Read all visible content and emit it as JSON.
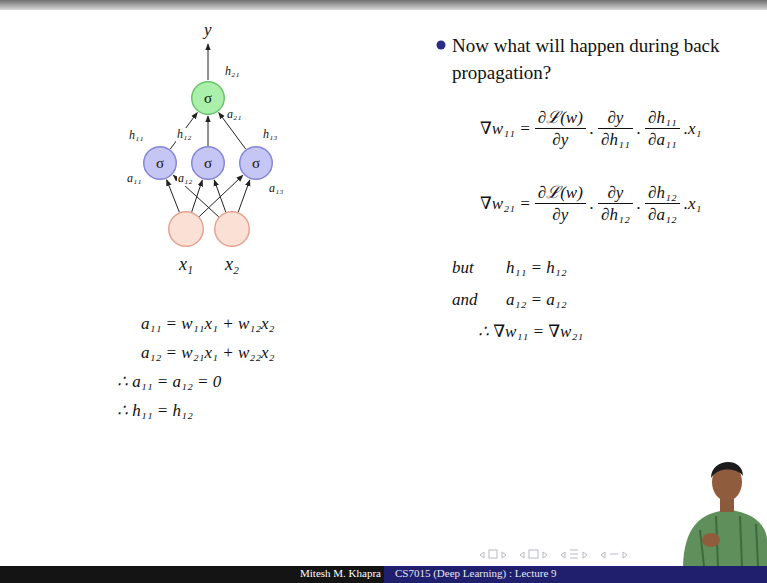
{
  "diagram": {
    "nodes": [
      {
        "text": [
          "σ"
        ]
      },
      {
        "text": [
          "σ"
        ]
      },
      {
        "text": [
          "σ"
        ]
      },
      {
        "text": [
          "σ"
        ]
      },
      {
        "text": [
          "x₁"
        ]
      },
      {
        "text": [
          "x₂"
        ]
      }
    ],
    "edges": [
      {
        "from": 4,
        "to": 1,
        "arrow": "to"
      },
      {
        "from": 4,
        "to": 2,
        "arrow": "to"
      },
      {
        "from": 4,
        "to": 3,
        "arrow": "to"
      },
      {
        "from": 5,
        "to": 1,
        "arrow": "to"
      },
      {
        "from": 5,
        "to": 2,
        "arrow": "to"
      },
      {
        "from": 5,
        "to": 3,
        "arrow": "to"
      },
      {
        "from": 1,
        "to": 0,
        "arrow": "to"
      },
      {
        "from": 2,
        "to": 0,
        "arrow": "to"
      },
      {
        "from": 3,
        "to": 0,
        "arrow": "to"
      }
    ],
    "labels": [
      "y",
      "h₂₁",
      "a₂₁",
      "h₁₁",
      "a₁₁",
      "h₁₂",
      "a₁₂",
      "h₁₃",
      "a₁₃",
      "a₁₁ = w₁₁x₁ + w₁₂x₂",
      "a₁₂ = w₂₁x₁ + w₂₂x₂",
      "∴ a₁₁ = a₁₂ = 0",
      "∴ h₁₁ = h₁₂",
      "Now what will happen during back propagation?",
      "∇w₁₁ =",
      "∂ℒ(w)",
      "∂y",
      ".",
      "∂y",
      "∂h₁₁",
      ".",
      "∂h₁₁",
      "∂a₁₁",
      ".x₁",
      "∇w₂₁ =",
      "∂ℒ(w)",
      "∂y",
      ".",
      "∂y",
      "∂h₁₂",
      ".",
      "∂h₁₂",
      "∂a₁₂",
      ".x₁",
      "but",
      "h₁₁ = h₁₂",
      "and",
      "a₁₂ = a₁₂",
      "∴ ∇w₁₁ = ∇w₂₁",
      "Mitesh M. Khapra",
      "CS7015 (Deep Learning) : Lecture 9"
    ]
  }
}
